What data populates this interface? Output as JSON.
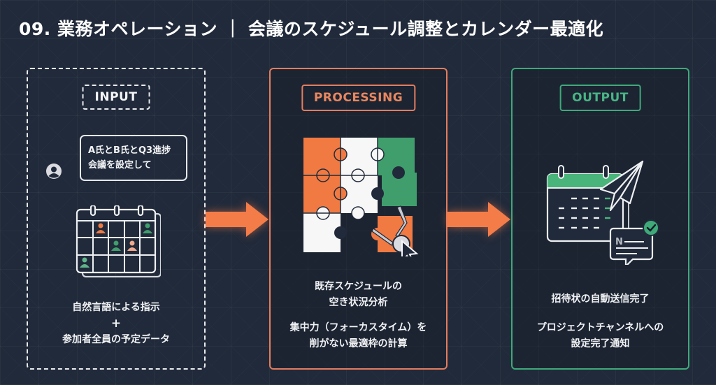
{
  "title": "09. 業務オペレーション ｜ 会議のスケジュール調整とカレンダー最適化",
  "colors": {
    "background": "#212a3a",
    "input_border": "#e9ebee",
    "processing_accent": "#e37d5e",
    "output_accent": "#3fa97a",
    "arrow": "#f47c48",
    "puzzle_orange": "#f07a42",
    "puzzle_green": "#3f9e6c",
    "puzzle_white": "#f7f7f7"
  },
  "input": {
    "label": "INPUT",
    "chat_message_line1": "A氏とB氏とQ3進捗",
    "chat_message_line2": "会議を設定して",
    "icons": [
      "user-avatar-icon",
      "calendar-with-attendees-icon"
    ],
    "desc_line1": "自然言語による指示",
    "desc_plus": "+",
    "desc_line2": "参加者全員の予定データ"
  },
  "processing": {
    "label": "PROCESSING",
    "icons": [
      "puzzle-icon",
      "robot-arm-cursor-icon"
    ],
    "desc1_line1": "既存スケジュールの",
    "desc1_line2": "空き状況分析",
    "desc2_line1": "集中力（フォーカスタイム）を",
    "desc2_line2": "削がない最適枠の計算"
  },
  "output": {
    "label": "OUTPUT",
    "icons": [
      "calendar-icon",
      "paper-plane-icon",
      "notification-check-icon"
    ],
    "notification_letter": "N",
    "desc1": "招待状の自動送信完了",
    "desc2_line1": "プロジェクトチャンネルへの",
    "desc2_line2": "設定完了通知"
  },
  "arrows": [
    "arrow-right-icon",
    "arrow-right-icon"
  ]
}
